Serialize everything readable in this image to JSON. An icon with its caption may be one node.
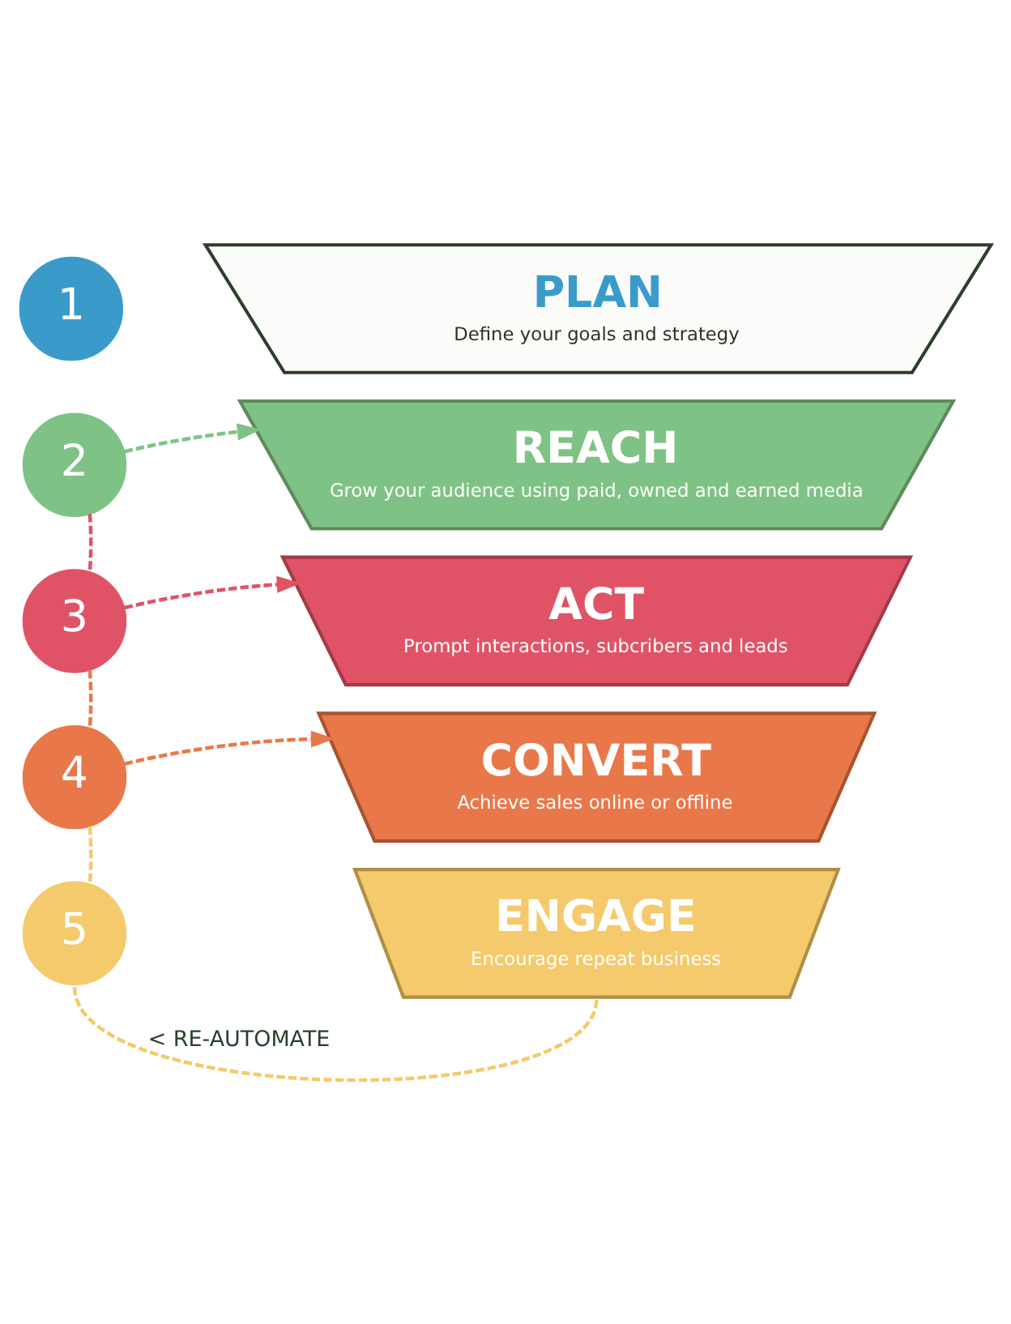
{
  "diagram": {
    "nodes": [
      {
        "text": [
          "1"
        ]
      },
      {
        "text": [
          "PLAN",
          "Define your goals and strategy"
        ]
      },
      {
        "text": [
          "2"
        ]
      },
      {
        "text": [
          "REACH",
          "Grow your audience using paid, owned and earned media"
        ]
      },
      {
        "text": [
          "3"
        ]
      },
      {
        "text": [
          "ACT",
          "Prompt interactions, subcribers and leads"
        ]
      },
      {
        "text": [
          "4"
        ]
      },
      {
        "text": [
          "CONVERT",
          "Achieve sales online or offline"
        ]
      },
      {
        "text": [
          "5"
        ]
      },
      {
        "text": [
          "ENGAGE",
          "Encourage repeat business"
        ]
      }
    ],
    "edges": [
      {
        "from": 2,
        "to": 3,
        "arrow": "to",
        "style": "dashed",
        "color": "#7fc285"
      },
      {
        "from": 2,
        "to": 4,
        "arrow": "none",
        "style": "dashed",
        "color": "#e05366"
      },
      {
        "from": 4,
        "to": 5,
        "arrow": "to",
        "style": "dashed",
        "color": "#e05366"
      },
      {
        "from": 4,
        "to": 6,
        "arrow": "none",
        "style": "dashed",
        "color": "#e8784a"
      },
      {
        "from": 6,
        "to": 7,
        "arrow": "to",
        "style": "dashed",
        "color": "#e8784a"
      },
      {
        "from": 6,
        "to": 8,
        "arrow": "none",
        "style": "dashed",
        "color": "#f4ca6c"
      },
      {
        "from": 8,
        "to": 9,
        "arrow": "none",
        "style": "dashed",
        "color": "#f4ca6c",
        "label": "< RE-AUTOMATE"
      }
    ]
  }
}
